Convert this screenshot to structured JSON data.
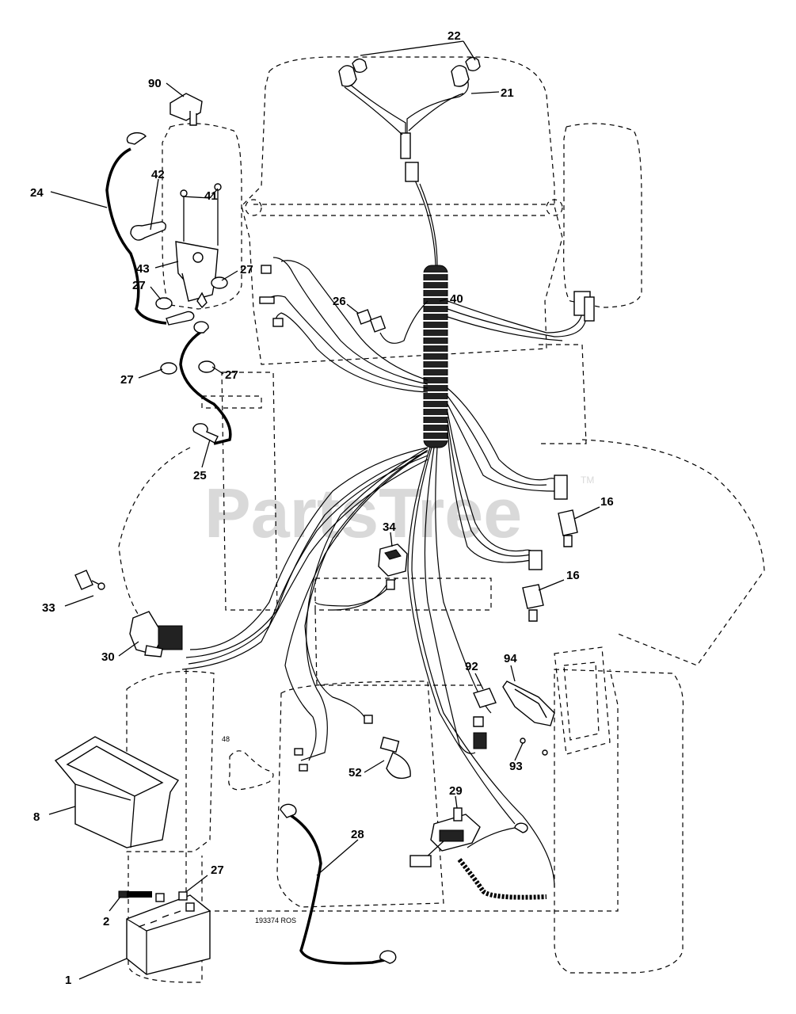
{
  "watermark": "PartsTree",
  "trademark": "TM",
  "diagram_code": "193374 ROS",
  "callouts": [
    "1",
    "2",
    "8",
    "16",
    "16",
    "21",
    "22",
    "24",
    "25",
    "26",
    "27",
    "27",
    "27",
    "27",
    "27",
    "28",
    "29",
    "30",
    "33",
    "34",
    "40",
    "41",
    "42",
    "43",
    "48",
    "52",
    "90",
    "92",
    "93",
    "94"
  ]
}
